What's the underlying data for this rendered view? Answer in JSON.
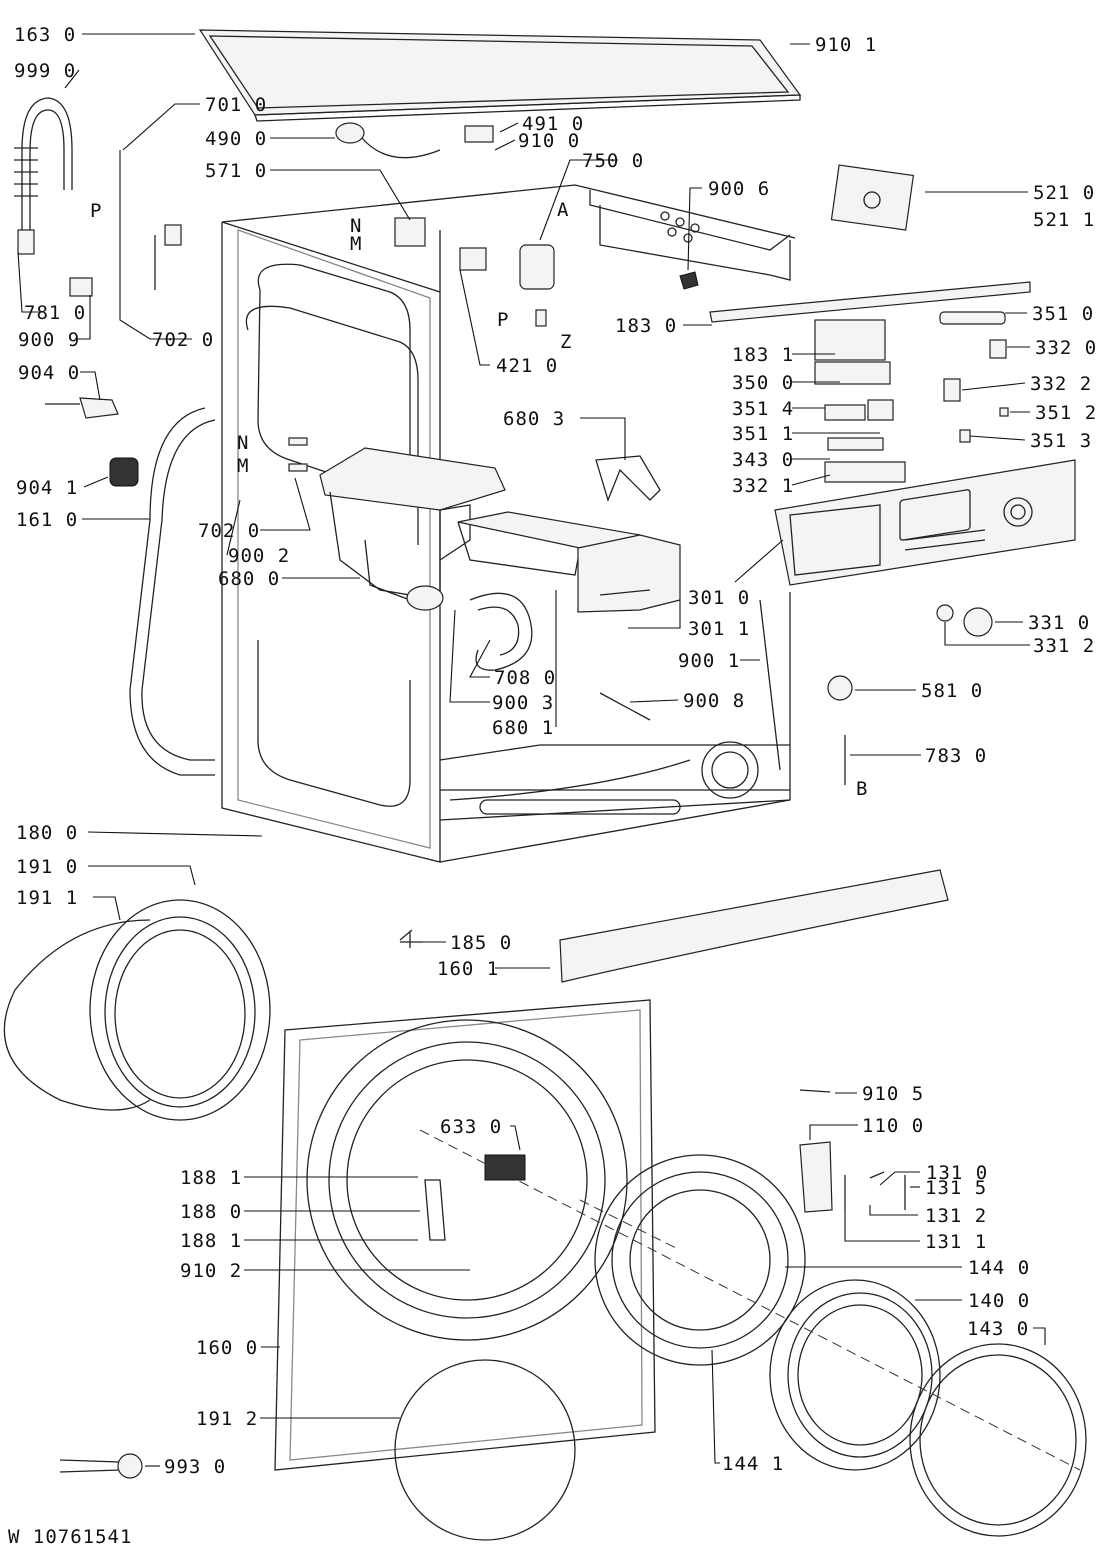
{
  "document_number": "W 10761541",
  "callouts": [
    {
      "id": "c-163-0",
      "text": "163 0"
    },
    {
      "id": "c-999-0",
      "text": "999 0"
    },
    {
      "id": "c-701-0",
      "text": "701 0"
    },
    {
      "id": "c-490-0",
      "text": "490 0"
    },
    {
      "id": "c-491-0",
      "text": "491 0"
    },
    {
      "id": "c-910-0",
      "text": "910 0"
    },
    {
      "id": "c-910-1",
      "text": "910 1"
    },
    {
      "id": "c-750-0",
      "text": "750 0"
    },
    {
      "id": "c-571-0",
      "text": "571 0"
    },
    {
      "id": "c-900-6",
      "text": "900 6"
    },
    {
      "id": "c-521-0",
      "text": "521 0"
    },
    {
      "id": "c-521-1",
      "text": "521 1"
    },
    {
      "id": "c-781-0",
      "text": "781 0"
    },
    {
      "id": "c-900-9",
      "text": "900 9"
    },
    {
      "id": "c-702-0a",
      "text": "702 0"
    },
    {
      "id": "c-421-0",
      "text": "421 0"
    },
    {
      "id": "c-183-0",
      "text": "183 0"
    },
    {
      "id": "c-351-0",
      "text": "351 0"
    },
    {
      "id": "c-183-1",
      "text": "183 1"
    },
    {
      "id": "c-332-0",
      "text": "332 0"
    },
    {
      "id": "c-904-0",
      "text": "904 0"
    },
    {
      "id": "c-350-0",
      "text": "350 0"
    },
    {
      "id": "c-332-2",
      "text": "332 2"
    },
    {
      "id": "c-351-4",
      "text": "351 4"
    },
    {
      "id": "c-351-2",
      "text": "351 2"
    },
    {
      "id": "c-680-3",
      "text": "680 3"
    },
    {
      "id": "c-351-1",
      "text": "351 1"
    },
    {
      "id": "c-351-3",
      "text": "351 3"
    },
    {
      "id": "c-343-0",
      "text": "343 0"
    },
    {
      "id": "c-904-1",
      "text": "904 1"
    },
    {
      "id": "c-332-1",
      "text": "332 1"
    },
    {
      "id": "c-161-0",
      "text": "161 0"
    },
    {
      "id": "c-702-0b",
      "text": "702 0"
    },
    {
      "id": "c-900-2",
      "text": "900 2"
    },
    {
      "id": "c-680-0",
      "text": "680 0"
    },
    {
      "id": "c-301-0",
      "text": "301 0"
    },
    {
      "id": "c-301-1",
      "text": "301 1"
    },
    {
      "id": "c-331-0",
      "text": "331 0"
    },
    {
      "id": "c-331-2",
      "text": "331 2"
    },
    {
      "id": "c-900-1",
      "text": "900 1"
    },
    {
      "id": "c-708-0",
      "text": "708 0"
    },
    {
      "id": "c-581-0",
      "text": "581 0"
    },
    {
      "id": "c-900-8",
      "text": "900 8"
    },
    {
      "id": "c-900-3",
      "text": "900 3"
    },
    {
      "id": "c-680-1",
      "text": "680 1"
    },
    {
      "id": "c-783-0",
      "text": "783 0"
    },
    {
      "id": "c-180-0",
      "text": "180 0"
    },
    {
      "id": "c-191-0",
      "text": "191 0"
    },
    {
      "id": "c-191-1",
      "text": "191 1"
    },
    {
      "id": "c-185-0",
      "text": "185 0"
    },
    {
      "id": "c-160-1",
      "text": "160 1"
    },
    {
      "id": "c-910-5",
      "text": "910 5"
    },
    {
      "id": "c-110-0",
      "text": "110 0"
    },
    {
      "id": "c-633-0",
      "text": "633 0"
    },
    {
      "id": "c-131-0",
      "text": "131 0"
    },
    {
      "id": "c-188-1a",
      "text": "188 1"
    },
    {
      "id": "c-131-5",
      "text": "131 5"
    },
    {
      "id": "c-188-0",
      "text": "188 0"
    },
    {
      "id": "c-131-2",
      "text": "131 2"
    },
    {
      "id": "c-188-1b",
      "text": "188 1"
    },
    {
      "id": "c-131-1",
      "text": "131 1"
    },
    {
      "id": "c-910-2",
      "text": "910 2"
    },
    {
      "id": "c-144-0",
      "text": "144 0"
    },
    {
      "id": "c-140-0",
      "text": "140 0"
    },
    {
      "id": "c-143-0",
      "text": "143 0"
    },
    {
      "id": "c-160-0",
      "text": "160 0"
    },
    {
      "id": "c-191-2",
      "text": "191 2"
    },
    {
      "id": "c-144-1",
      "text": "144 1"
    },
    {
      "id": "c-993-0",
      "text": "993 0"
    }
  ],
  "letter_marks": [
    {
      "id": "m-p1",
      "text": "P"
    },
    {
      "id": "m-n1",
      "text": "N"
    },
    {
      "id": "m-m1",
      "text": "M"
    },
    {
      "id": "m-a",
      "text": "A"
    },
    {
      "id": "m-p2",
      "text": "P"
    },
    {
      "id": "m-z",
      "text": "Z"
    },
    {
      "id": "m-n2",
      "text": "N"
    },
    {
      "id": "m-m2",
      "text": "M"
    },
    {
      "id": "m-b",
      "text": "B"
    }
  ]
}
